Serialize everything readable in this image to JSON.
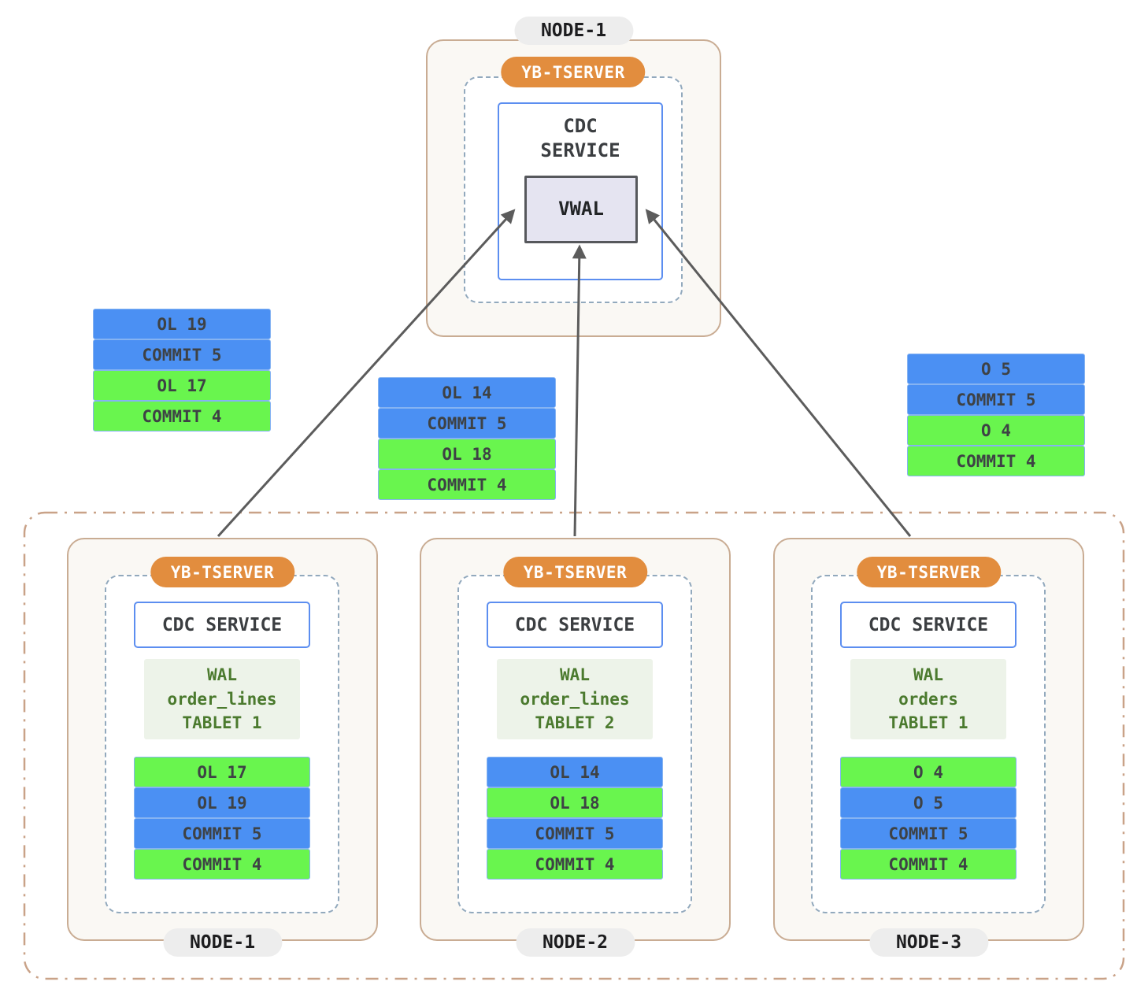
{
  "colors": {
    "blue_bar": "#4b90f3",
    "green_bar": "#69f54e",
    "bar_border": "#85b3f2",
    "orange_pill": "#e28d3e",
    "gray_pill": "#ededed",
    "node_border_tan": "#c9ac93",
    "node_fill": "#faf8f4",
    "dashed_border": "#92a9bd",
    "cdc_border_blue": "#5c8ef0",
    "wal_bg": "#edf3e9",
    "wal_text_green": "#4b7a2e",
    "vwal_bg": "#e5e4f1",
    "arrow_gray": "#5c5c5c"
  },
  "top_node": {
    "node_label": "NODE-1",
    "tserver_label": "YB-TSERVER",
    "cdc_line1": "CDC",
    "cdc_line2": "SERVICE",
    "vwal_label": "VWAL"
  },
  "floating_stacks": {
    "left": {
      "bars": [
        {
          "label": "OL 19",
          "color": "blue"
        },
        {
          "label": "COMMIT 5",
          "color": "blue"
        },
        {
          "label": "OL 17",
          "color": "green"
        },
        {
          "label": "COMMIT 4",
          "color": "green"
        }
      ]
    },
    "middle": {
      "bars": [
        {
          "label": "OL 14",
          "color": "blue"
        },
        {
          "label": "COMMIT 5",
          "color": "blue"
        },
        {
          "label": "OL 18",
          "color": "green"
        },
        {
          "label": "COMMIT 4",
          "color": "green"
        }
      ]
    },
    "right": {
      "bars": [
        {
          "label": "O 5",
          "color": "blue"
        },
        {
          "label": "COMMIT 5",
          "color": "blue"
        },
        {
          "label": "O 4",
          "color": "green"
        },
        {
          "label": "COMMIT 4",
          "color": "green"
        }
      ]
    }
  },
  "bottom_nodes": [
    {
      "node_label": "NODE-1",
      "tserver_label": "YB-TSERVER",
      "cdc_label": "CDC SERVICE",
      "wal_line1": "WAL",
      "wal_line2": "order_lines",
      "wal_line3": "TABLET 1",
      "bars": [
        {
          "label": "OL 17",
          "color": "green"
        },
        {
          "label": "OL 19",
          "color": "blue"
        },
        {
          "label": "COMMIT 5",
          "color": "blue"
        },
        {
          "label": "COMMIT 4",
          "color": "green"
        }
      ]
    },
    {
      "node_label": "NODE-2",
      "tserver_label": "YB-TSERVER",
      "cdc_label": "CDC SERVICE",
      "wal_line1": "WAL",
      "wal_line2": "order_lines",
      "wal_line3": "TABLET 2",
      "bars": [
        {
          "label": "OL 14",
          "color": "blue"
        },
        {
          "label": "OL 18",
          "color": "green"
        },
        {
          "label": "COMMIT 5",
          "color": "blue"
        },
        {
          "label": "COMMIT 4",
          "color": "green"
        }
      ]
    },
    {
      "node_label": "NODE-3",
      "tserver_label": "YB-TSERVER",
      "cdc_label": "CDC SERVICE",
      "wal_line1": "WAL",
      "wal_line2": "orders",
      "wal_line3": "TABLET 1",
      "bars": [
        {
          "label": "O 4",
          "color": "green"
        },
        {
          "label": "O 5",
          "color": "blue"
        },
        {
          "label": "COMMIT 5",
          "color": "blue"
        },
        {
          "label": "COMMIT 4",
          "color": "green"
        }
      ]
    }
  ]
}
